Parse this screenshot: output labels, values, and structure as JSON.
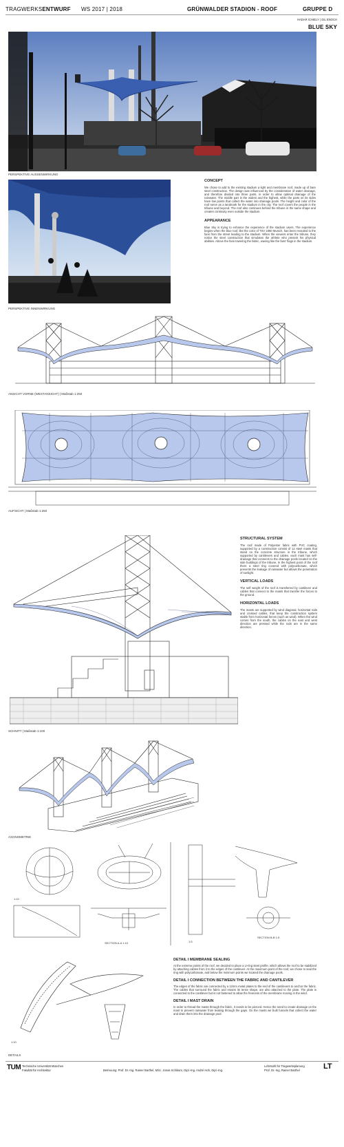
{
  "header": {
    "course_left": "TRAGWERKS",
    "course_right": "ENTWURF",
    "semester": "WS 2017 | 2018",
    "project": "GRÜNWALDER STADION - ROOF",
    "group": "GRUPPE D",
    "authors": "HADAR ICHIELY | GIL ENOCH",
    "project_name": "BLUE SKY"
  },
  "captions": {
    "exterior": "PERSPEKTIVE AUSSENWIRKUNG",
    "interior": "PERSPEKTIVE INNENWIRKUNG",
    "elevation": "ANSICHT VORNE (WESTANSICHT) | Maßstab 1:250",
    "plan": "AUFSICHT | Maßstab 1:250",
    "section": "SCHNITT | Maßstab 1:100",
    "axo": "AXONOMETRIE",
    "details": "DETAILS"
  },
  "concept": {
    "title": "CONCEPT",
    "text": "We chose to add to the existing stadium a light and membrane roof, made up of bare steel construction. The design was influenced by the consideration of water drainage, and therefore divided into three parts, in order to allow optimal drainage of the rainwater. The middle part is the widest and the highest, while the parts on its sides have low points that collect the water into drainage pools. The height and color of the roof serve as a landmark for the stadium in the city. The roof covers the people in the tribune and beyond. The roof also continues behind the tribune in the same shape and creates continuity even outside the stadium."
  },
  "appearance": {
    "title": "APPEARANCE",
    "text": "Blue Sky is trying to enhance the experience of the stadium users. The experience begins when the blue roof, like the color of TSV 1860 Munich, has been revealed to the fans from the street leading to the stadium. When the viewers enter the tribune, they notice the steel construction that simulates the athlete who present his physical abilities. Above the fans towering the fabric, waving like the fans' flags in the stadium."
  },
  "structural": {
    "title": "STRUCTURAL SYSTEM",
    "text": "The roof made of Polyester fabric with PVC coating, supported by a construction consist of 12 steel masts that stand on the concrete structure in the tribune, which supported by cantilevers and cables. each mast has self-drainage that connects to the drainage pools located on the side buildings of the tribune. In the highest point of the roof there a steel ring covered with polycarbonate, which prevents the leakage of rainwater but allows the penetration of sunlight."
  },
  "vertical": {
    "title": "VERTICAL LOADS",
    "text": "The self weight of the roof is transferred by cantilever and cables that connect to the masts that transfer the forces to the ground."
  },
  "horizontal": {
    "title": "HORIZONTAL LOADS",
    "text": "The masts are supported by wind diagonal, horizontal rods and crossed cables, that keep the construction system stable from horizontal forces (such as wind). When the wind comes from the south, the cables on the east and west direction are pressed while the rods are in the same direction."
  },
  "detail1": {
    "title": "DETAIL I MEMBRANE SEALING",
    "text": "At the extreme points of the roof, we decided to place a U-ring steel profile, which allows the roof to be stabilized by attaching cables from it to the edges of the cantilever. At the maximum point of the roof, we chose to seal the ring with polycarbonate, and below the minimum points we located the drainage pools."
  },
  "detail2": {
    "title": "DETAIL I CONNECTION BETWEEN THE FABRIC AND CANTILEVER",
    "text": "The edges of the fabric are connected by a 12mm metal plates to the end of the cantilevers to anchor the fabric. The cables that surround the fabric and retains its tense shape, are also attached to the plate. The plate is connected to the cantilever but is not fastened to allow the freeness of the membrane moving in the wind."
  },
  "detail3": {
    "title": "DETAIL I MAST DRAIN",
    "text": "In order to thread the masts through the fabric, it needs to be pierced. Hence the need to create drainage on the mast to prevent rainwater from leaking through the gaps. On the masts we built funnels that collect the water and drain them into the drainage pool."
  },
  "footer": {
    "uni_logo": "TUM",
    "uni_line1": "Technische Universität München",
    "uni_line2": "Fakultät für Architektur",
    "supervisors": "Betreuung: Prof. Dr.-Ing. Rainer Barthel, MSc. Jonas Schikore, Dipl.-Ing. André Hoh, Dipl.-Ing.",
    "chair_line1": "Lehrstuhl für Tragwerksplanung",
    "chair_line2": "Prof. Dr.-Ing. Rainer Barthel",
    "chair_logo": "LT"
  },
  "detail_labels": {
    "scale_a": "1:10",
    "scale_b": "1:5",
    "section_a": "SECTION A-A 1:10",
    "section_b": "SECTION B-B 1:5"
  },
  "colors": {
    "membrane": "#b8c8ec",
    "sky": "#3a5fb0",
    "line": "#222222"
  }
}
